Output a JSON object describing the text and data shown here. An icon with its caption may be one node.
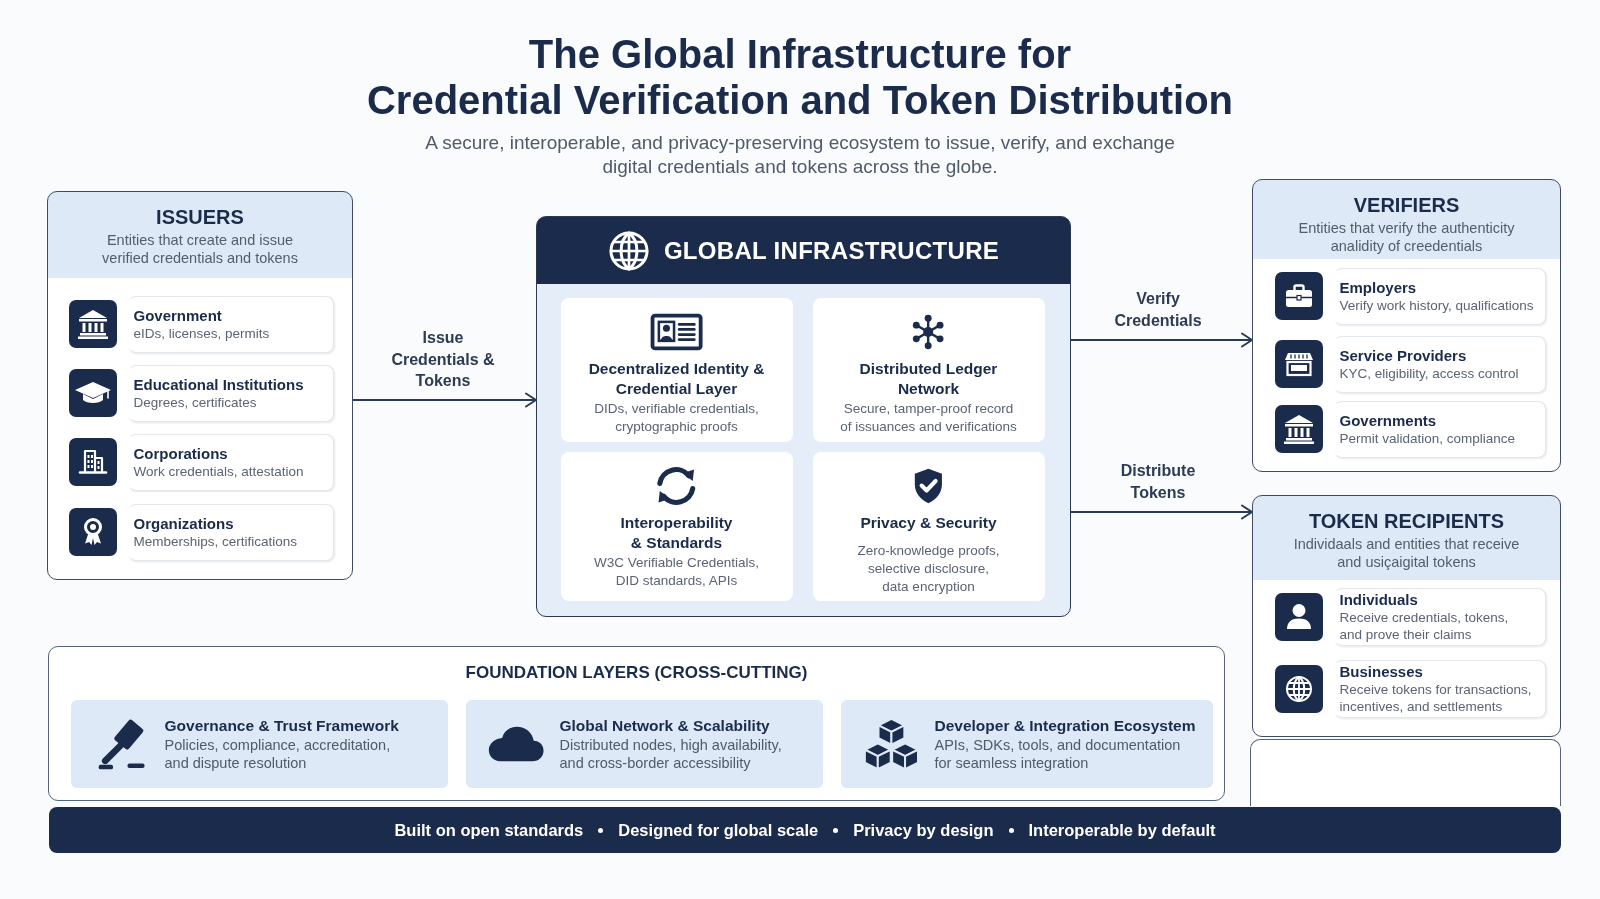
{
  "diagram": {
    "title": "The Global Infrastructure for Credential Verification and Token Distribution",
    "nodes": [
      {
        "text": [
          "ISSUERS",
          "Entities that create and issue verified credentials and tokens"
        ]
      },
      {
        "text": [
          "Government",
          "eIDs, licenses, permits"
        ],
        "in": 0
      },
      {
        "text": [
          "Educational Institutions",
          "Degrees, certificates"
        ],
        "in": 0
      },
      {
        "text": [
          "Corporations",
          "Work credentials, attestation"
        ],
        "in": 0
      },
      {
        "text": [
          "Organizations",
          "Memberships, certifications"
        ],
        "in": 0
      },
      {
        "text": [
          "GLOBAL INFRASTRUCTURE"
        ]
      },
      {
        "text": [
          "Decentralized Identity & Credential Layer",
          "DIDs, verifiable credentials, cryptographic proofs"
        ],
        "in": 5
      },
      {
        "text": [
          "Distributed Ledger Network",
          "Secure, tamper-proof record of issuances and verifications"
        ],
        "in": 5
      },
      {
        "text": [
          "Interoperability & Standards",
          "W3C Verifiable Credentials, DID standards, APIs"
        ],
        "in": 5
      },
      {
        "text": [
          "Privacy & Security",
          "Zero-knowledge proofs, selective disclosure, data encryption"
        ],
        "in": 5
      },
      {
        "text": [
          "VERIFIERS",
          "Entities that verify the authenticity analidity of creedentials"
        ]
      },
      {
        "text": [
          "Employers",
          "Verify work history, qualifications"
        ],
        "in": 10
      },
      {
        "text": [
          "Service Providers",
          "KYC, eligibility, access control"
        ],
        "in": 10
      },
      {
        "text": [
          "Governments",
          "Permit validation, compliance"
        ],
        "in": 10
      },
      {
        "text": [
          "TOKEN RECIPIENTS",
          "Individaals and entities that receive and usiçaigital tokens"
        ]
      },
      {
        "text": [
          "Individuals",
          "Receive credentials, tokens, and prove their claims"
        ],
        "in": 14
      },
      {
        "text": [
          "Businesses",
          "Receive tokens for transactions, incentives, and settlements"
        ],
        "in": 14
      },
      {
        "text": [],
        "shape": "box"
      },
      {
        "text": [
          "FOUNDATION LAYERS (CROSS-CUTTING)"
        ]
      },
      {
        "text": [
          "Governance & Trust Framework",
          "Policies, compliance, accreditation, and dispute resolution"
        ],
        "in": 18
      },
      {
        "text": [
          "Global Network & Scalability",
          "Distributed nodes, high availability, and cross-border accessibility"
        ],
        "in": 18
      },
      {
        "text": [
          "Developer & Integration Ecosystem",
          "APIs, SDKs, tools, and documentation for seamless integration"
        ],
        "in": 18
      },
      {
        "text": [
          "Built on open standards",
          "Designed for global scale",
          "Privacy by design",
          "Interoperable by default"
        ]
      }
    ],
    "edges": [
      {
        "from": 0,
        "to": 5,
        "arrow": "to",
        "label": "Issue Credentials & Tokens"
      },
      {
        "from": 5,
        "to": 10,
        "arrow": "to",
        "label": "Verify Credentials"
      },
      {
        "from": 5,
        "to": 14,
        "arrow": "to",
        "label": "Distribute Tokens"
      }
    ],
    "labels": [
      "A secure, interoperable, and privacy-preserving ecosystem to issue, verify, and exchange digital credentials and tokens across the globe."
    ]
  }
}
